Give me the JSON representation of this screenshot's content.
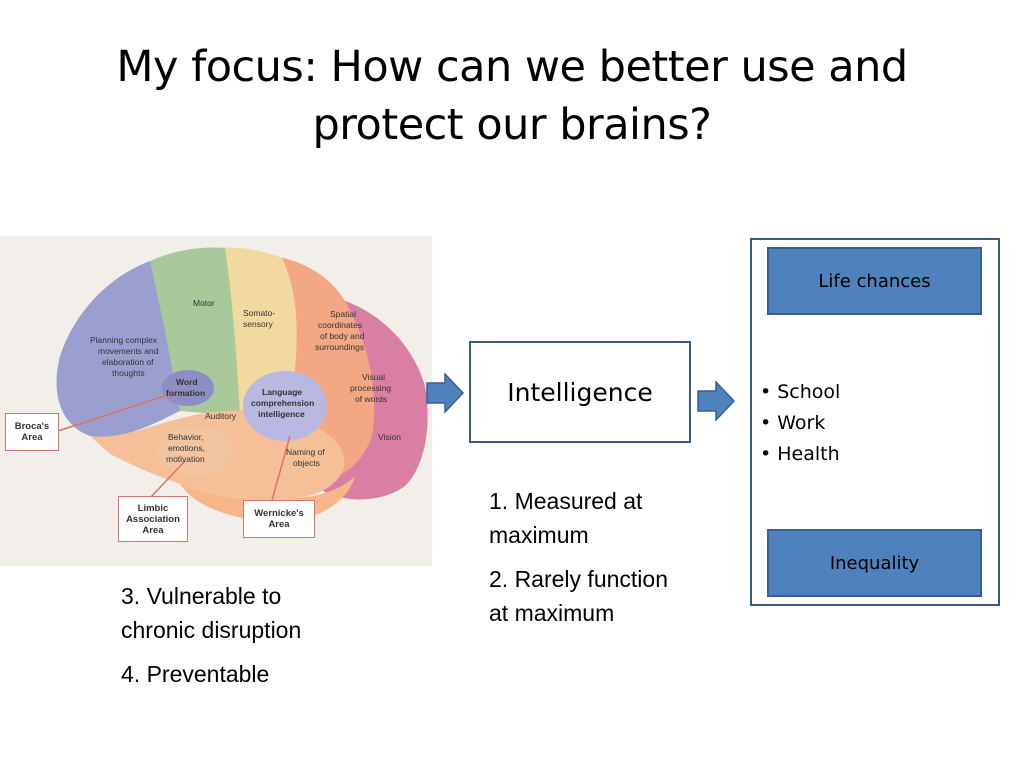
{
  "slide": {
    "title": "My focus: How can we better use and protect our brains?"
  },
  "brain": {
    "regions": {
      "motor": "Motor",
      "somato_1": "Somato-",
      "somato_2": "sensory",
      "spatial_1": "Spatial",
      "spatial_2": "coordinates",
      "spatial_3": "of body and",
      "spatial_4": "surroundings",
      "planning_1": "Planning complex",
      "planning_2": "movements and",
      "planning_3": "elaboration of",
      "planning_4": "thoughts",
      "word_1": "Word",
      "word_2": "formation",
      "language_1": "Language",
      "language_2": "comprehension",
      "language_3": "intelligence",
      "visual_1": "Visual",
      "visual_2": "processing",
      "visual_3": "of words",
      "auditory": "Auditory",
      "behavior_1": "Behavior,",
      "behavior_2": "emotions,",
      "behavior_3": "motivation",
      "naming_1": "Naming of",
      "naming_2": "objects",
      "vision": "Vision"
    },
    "callouts": {
      "broca_1": "Broca's",
      "broca_2": "Area",
      "limbic_1": "Limbic",
      "limbic_2": "Association",
      "limbic_3": "Area",
      "wernicke_1": "Wernicke's",
      "wernicke_2": "Area"
    },
    "colors": {
      "frontal": "#9b9fd0",
      "motor": "#a9c99a",
      "somato": "#f2d9a0",
      "parietal": "#f4a784",
      "occipital": "#d97fa4",
      "temporal": "#f5c098",
      "language": "#b8b8e0",
      "callout": "#d9746a"
    }
  },
  "flow": {
    "center_box": "Intelligence",
    "top_box": "Life chances",
    "bottom_box": "Inequality",
    "bullets": [
      "School",
      "Work",
      "Health"
    ],
    "accent": "#4f81bd"
  },
  "notes": {
    "middle": [
      "1. Measured at maximum",
      "2. Rarely function at maximum"
    ],
    "left": [
      "3. Vulnerable to chronic disruption",
      "4. Preventable"
    ]
  }
}
